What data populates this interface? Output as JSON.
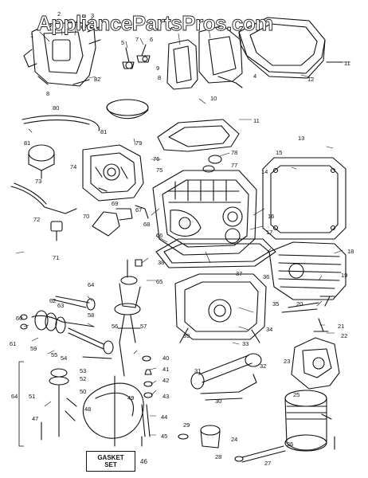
{
  "watermark": "AppliancePartsPros.com",
  "gasket_set": {
    "line1": "GASKET",
    "line2": "SET",
    "number": "46"
  },
  "part_numbers": [
    "1",
    "2",
    "3",
    "4",
    "5",
    "6",
    "7",
    "8",
    "9",
    "10",
    "11",
    "12",
    "13",
    "14",
    "15",
    "16",
    "17",
    "18",
    "19",
    "20",
    "21",
    "22",
    "23",
    "24",
    "25",
    "26",
    "27",
    "28",
    "29",
    "30",
    "31",
    "32",
    "33",
    "34",
    "35",
    "36",
    "37",
    "38",
    "39",
    "40",
    "41",
    "42",
    "43",
    "44",
    "45",
    "46",
    "47",
    "48",
    "49",
    "50",
    "51",
    "52",
    "53",
    "54",
    "55",
    "56",
    "57",
    "58",
    "59",
    "60",
    "61",
    "62",
    "63",
    "64",
    "65",
    "66",
    "67",
    "68",
    "69",
    "70",
    "71",
    "72",
    "73",
    "74",
    "75",
    "76",
    "77",
    "78",
    "79",
    "80",
    "81",
    "82"
  ]
}
